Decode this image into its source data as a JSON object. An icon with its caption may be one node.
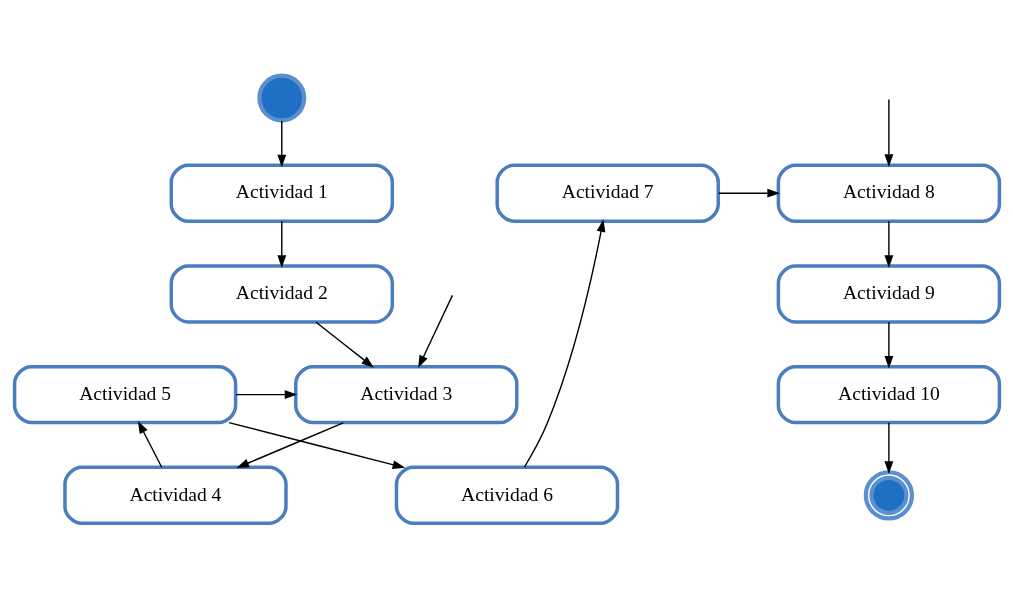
{
  "diagram": {
    "nodes": [
      {
        "text": [],
        "shape": "circle"
      },
      {
        "text": [
          "Actividad 1"
        ]
      },
      {
        "text": [
          "Actividad 2"
        ]
      },
      {
        "text": [
          "Actividad 3"
        ]
      },
      {
        "text": [
          "Actividad 4"
        ]
      },
      {
        "text": [
          "Actividad 5"
        ]
      },
      {
        "text": [
          "Actividad 6"
        ]
      },
      {
        "text": [
          "Actividad 7"
        ]
      },
      {
        "text": [
          "Actividad 8"
        ]
      },
      {
        "text": [
          "Actividad 9"
        ]
      },
      {
        "text": [
          "Actividad 10"
        ]
      },
      {
        "text": [],
        "shape": "doublecircle"
      }
    ],
    "edges": [
      {
        "from": 0,
        "to": 1,
        "arrow": "to"
      },
      {
        "from": 1,
        "to": 2,
        "arrow": "to"
      },
      {
        "from": 2,
        "to": 3,
        "arrow": "to"
      },
      {
        "from": 3,
        "to": 4,
        "arrow": "to"
      },
      {
        "from": 4,
        "to": 5,
        "arrow": "to"
      },
      {
        "from": 5,
        "to": 3,
        "arrow": "to"
      },
      {
        "from": 5,
        "to": 6,
        "arrow": "to"
      },
      {
        "from": 6,
        "to": 7,
        "arrow": "to"
      },
      {
        "from": 7,
        "to": 8,
        "arrow": "to"
      },
      {
        "from": 8,
        "to": 9,
        "arrow": "to"
      },
      {
        "from": 9,
        "to": 10,
        "arrow": "to"
      },
      {
        "from": 10,
        "to": 11,
        "arrow": "to"
      },
      {
        "from": null,
        "to": 3,
        "arrow": "to"
      },
      {
        "from": null,
        "to": 8,
        "arrow": "to"
      }
    ]
  }
}
